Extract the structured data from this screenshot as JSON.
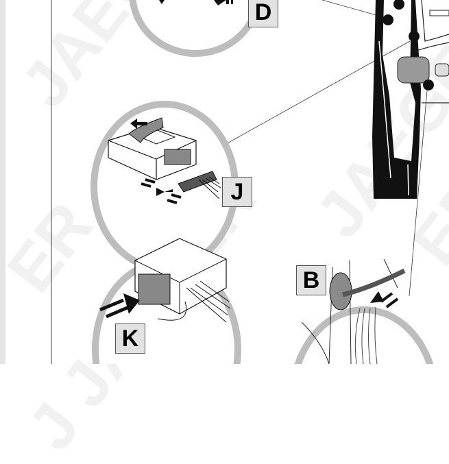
{
  "watermark": {
    "text_1": "JAEGER",
    "text_2": "JAEGER",
    "text_3": "ER",
    "text_4": "ER",
    "text_5": "J JAEGER"
  },
  "labels": {
    "d": "D",
    "j": "J",
    "k": "K",
    "b": "B"
  },
  "colors": {
    "ring": "#bdbdbd",
    "part_gray": "#8a8a8a",
    "label_bg": "#e2e2e2"
  }
}
